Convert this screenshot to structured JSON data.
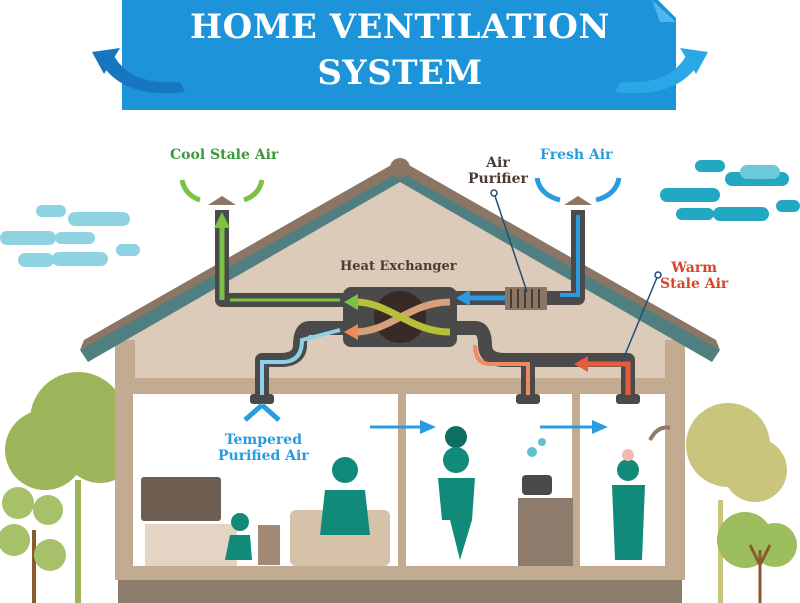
{
  "title": {
    "line1": "HOME VENTILATION",
    "line2": "SYSTEM",
    "banner_color": "#1b8fd6"
  },
  "labels": {
    "cool_stale_air": {
      "text": "Cool Stale Air",
      "color": "#3a9a3a"
    },
    "fresh_air": {
      "text": "Fresh Air",
      "color": "#2a9be0"
    },
    "air_purifier": {
      "line1": "Air",
      "line2": "Purifier",
      "color": "#4a3b33"
    },
    "heat_exchanger": {
      "text": "Heat Exchanger",
      "color": "#4a3b33"
    },
    "warm_stale_air": {
      "line1": "Warm",
      "line2": "Stale Air",
      "color": "#d8452b"
    },
    "tempered_purified_air": {
      "line1": "Tempered",
      "line2": "Purified Air",
      "color": "#2a9be0"
    }
  },
  "rooms": [
    "living-room",
    "kitchen",
    "bathroom"
  ],
  "colors": {
    "roof": "#8b7565",
    "roof_trim": "#4f7f80",
    "wall": "#c2ab91",
    "attic": "#dccbb8",
    "duct": "#4a4a4a",
    "people": "#128a7a",
    "tree_left": "#9cb45a",
    "tree_right": "#c9c57d",
    "cloud": "#8fd0e0"
  }
}
